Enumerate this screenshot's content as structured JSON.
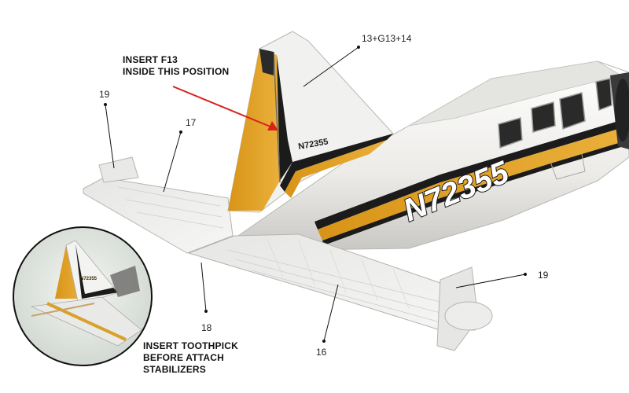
{
  "labels": {
    "tail_assembly": "13+G13+14",
    "stabilizer_tip_left": "19",
    "stabilizer_tip_right": "19",
    "left_stabilizer": "17",
    "right_stabilizer": "16",
    "toothpick_point": "18"
  },
  "instructions": {
    "insert_f13_line1": "INSERT F13",
    "insert_f13_line2": "INSIDE THIS POSITION",
    "toothpick_line1": "INSERT TOOTHPICK",
    "toothpick_line2": "BEFORE ATTACH",
    "toothpick_line3": "STABILIZERS"
  },
  "aircraft": {
    "registration_fuselage": "N72355",
    "registration_tail": "N72355",
    "inset_registration": "N72355"
  },
  "colors": {
    "fuselage_white": "#f2f2f0",
    "livery_yellow": "#e3a320",
    "livery_black": "#1b1b1b",
    "arrow_red": "#d8201c"
  }
}
